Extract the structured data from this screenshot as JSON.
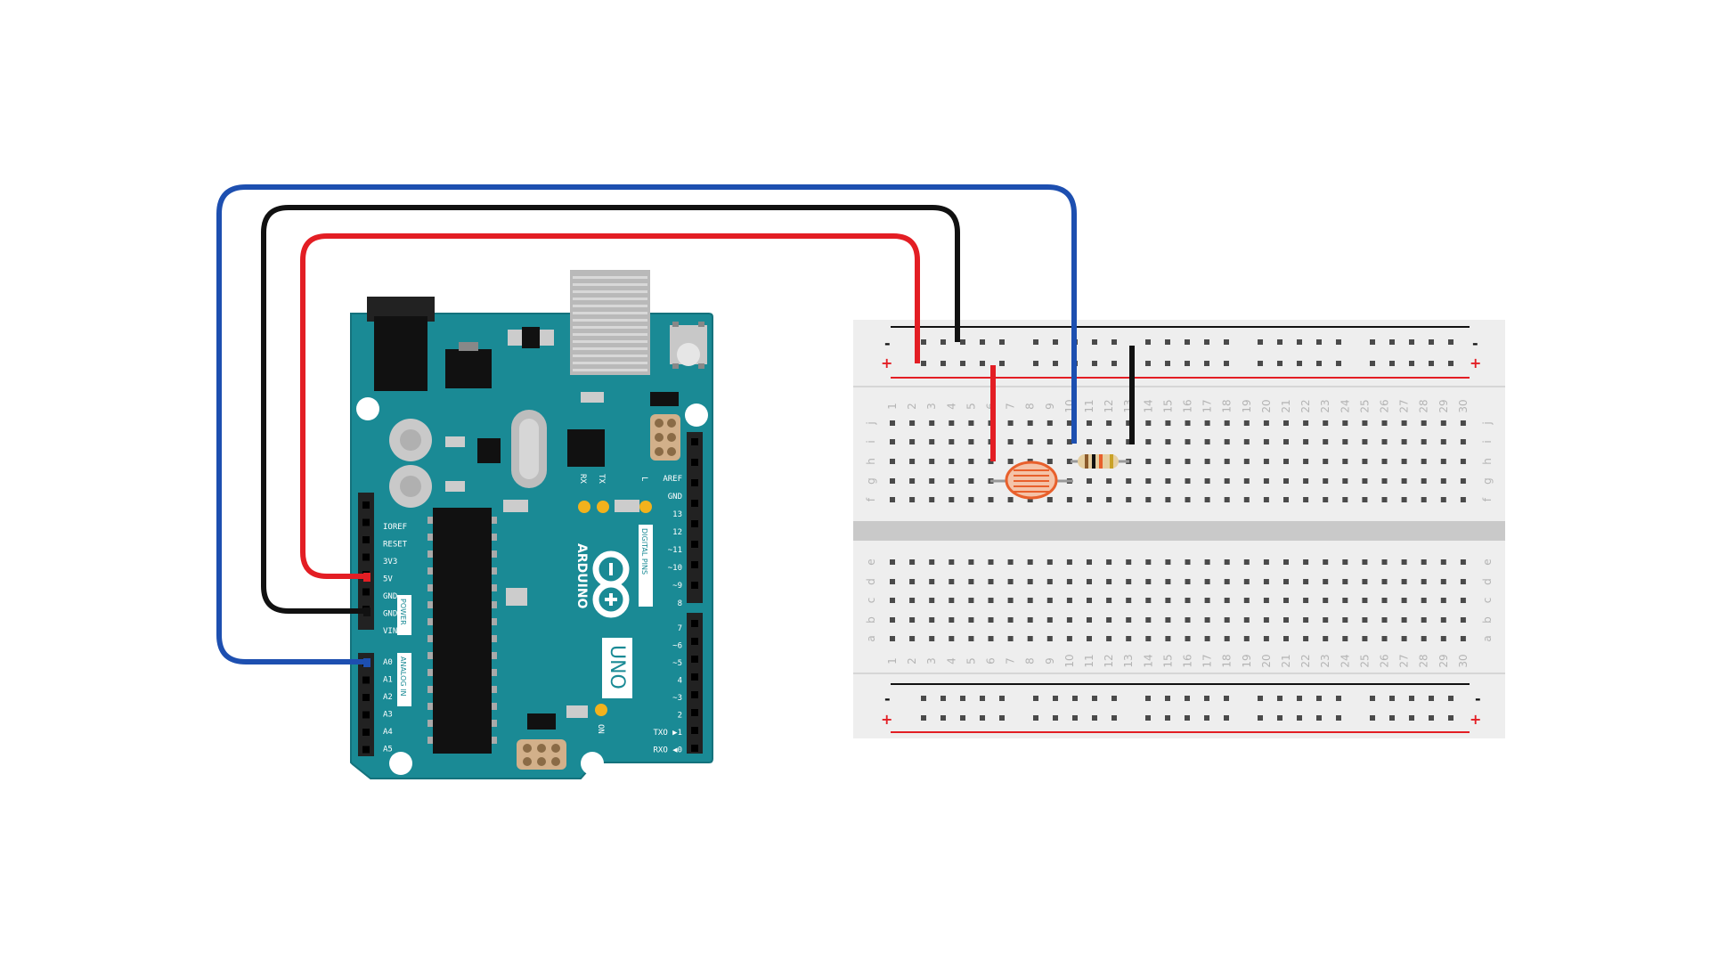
{
  "board": {
    "brand": "ARDUINO",
    "model": "UNO",
    "on_label": "ON",
    "tx_label": "TX",
    "rx_label": "RX",
    "l_label": "L",
    "digital_title": "DIGITAL PINS",
    "power_title": "POWER",
    "analog_title": "ANALOG IN",
    "power_pins": [
      "IOREF",
      "RESET",
      "3V3",
      "5V",
      "GND",
      "GND",
      "VIN"
    ],
    "analog_pins": [
      "A0",
      "A1",
      "A2",
      "A3",
      "A4",
      "A5"
    ],
    "digital_top": [
      "AREF",
      "GND",
      "13",
      "12",
      "~11",
      "~10",
      "~9",
      "8"
    ],
    "digital_bottom": [
      "7",
      "~6",
      "~5",
      "4",
      "~3",
      "2",
      "TXO ▶1",
      "RXO ◀0"
    ],
    "colors": {
      "pcb": "#1a8a95",
      "pcb_edge": "#14727c",
      "chip": "#111111",
      "header": "#222222",
      "led": "#f2b21c"
    }
  },
  "breadboard": {
    "rows_top": [
      "j",
      "i",
      "h",
      "g",
      "f"
    ],
    "rows_bottom": [
      "e",
      "d",
      "c",
      "b",
      "a"
    ],
    "column_count": 30,
    "plus": "+",
    "minus": "-",
    "colors": {
      "body": "#eeeeee",
      "hole": "#4a4a4a",
      "rail_red": "#e31e24",
      "rail_black": "#111111",
      "divider": "#c9c9c9"
    }
  },
  "wires": [
    {
      "name": "5v-wire",
      "color": "#e31e24",
      "from": "5V",
      "to": "breadboard + rail"
    },
    {
      "name": "gnd-wire",
      "color": "#111111",
      "from": "GND",
      "to": "breadboard - rail"
    },
    {
      "name": "a0-wire",
      "color": "#1d4fb0",
      "from": "A0",
      "to": "breadboard column 10"
    }
  ],
  "components": {
    "photoresistor": {
      "color": "#e8602c"
    },
    "resistor": {
      "bands": [
        "#8b5a2b",
        "#111111",
        "#e8602c",
        "#c9a227"
      ]
    }
  }
}
